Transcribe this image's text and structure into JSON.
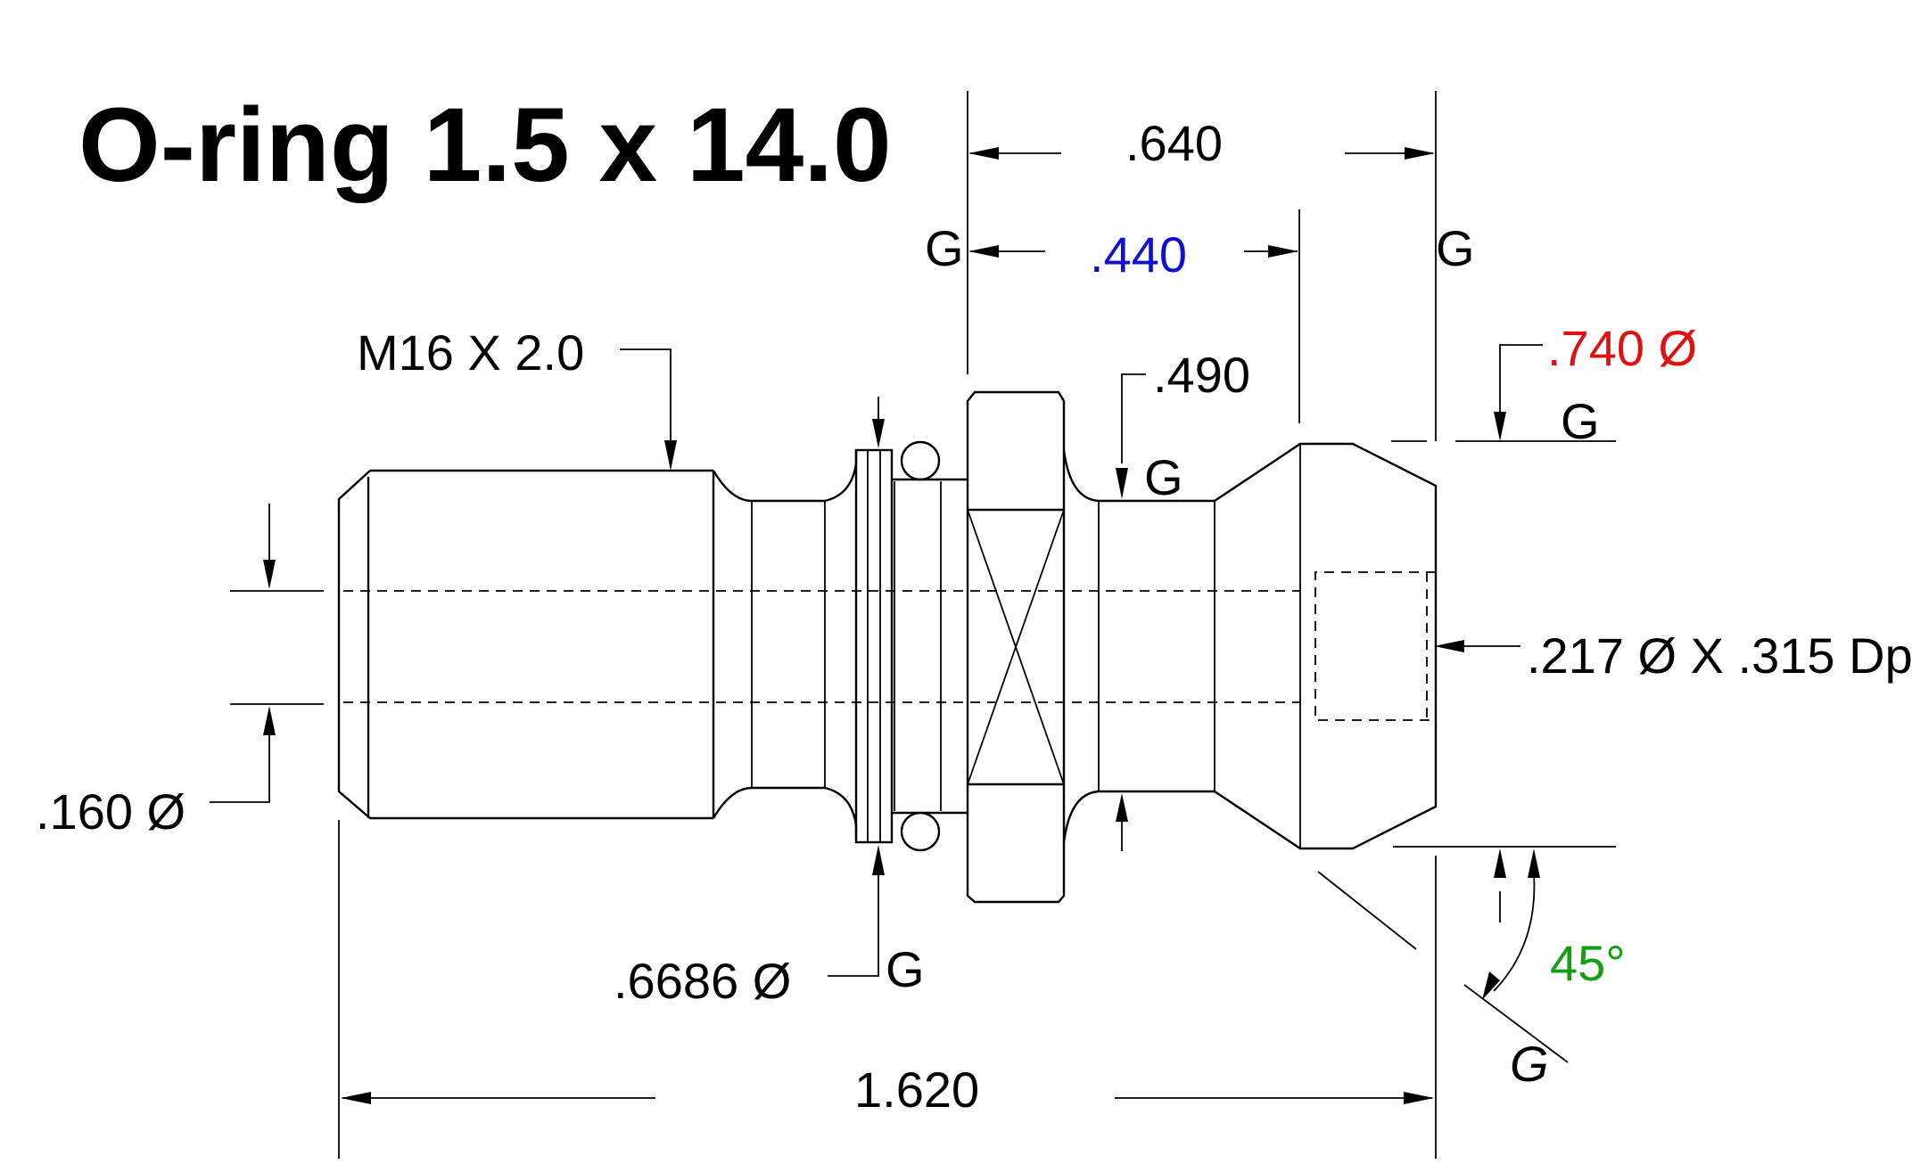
{
  "title": "O-ring 1.5 x 14.0",
  "colors": {
    "blue": "#1010d0",
    "red": "#e01010",
    "green": "#10a010"
  },
  "dimensions": {
    "overall_length": "1.620",
    "head_length": ".640",
    "head_sub_length": ".440",
    "neck_diameter": ".490",
    "head_diameter": ".740 Ø",
    "thread": "M16 X 2.0",
    "bore": ".160 Ø",
    "oring_groove_diameter": ".6686 Ø",
    "tapped_hole": ".217 Ø X .315 Dp",
    "chamfer_angle": "45°"
  },
  "gdt_marks": {
    "g_head_left": "G",
    "g_head_right": "G",
    "g_head_diameter": "G",
    "g_neck": "G",
    "g_groove": "G",
    "g_angle": "G"
  }
}
